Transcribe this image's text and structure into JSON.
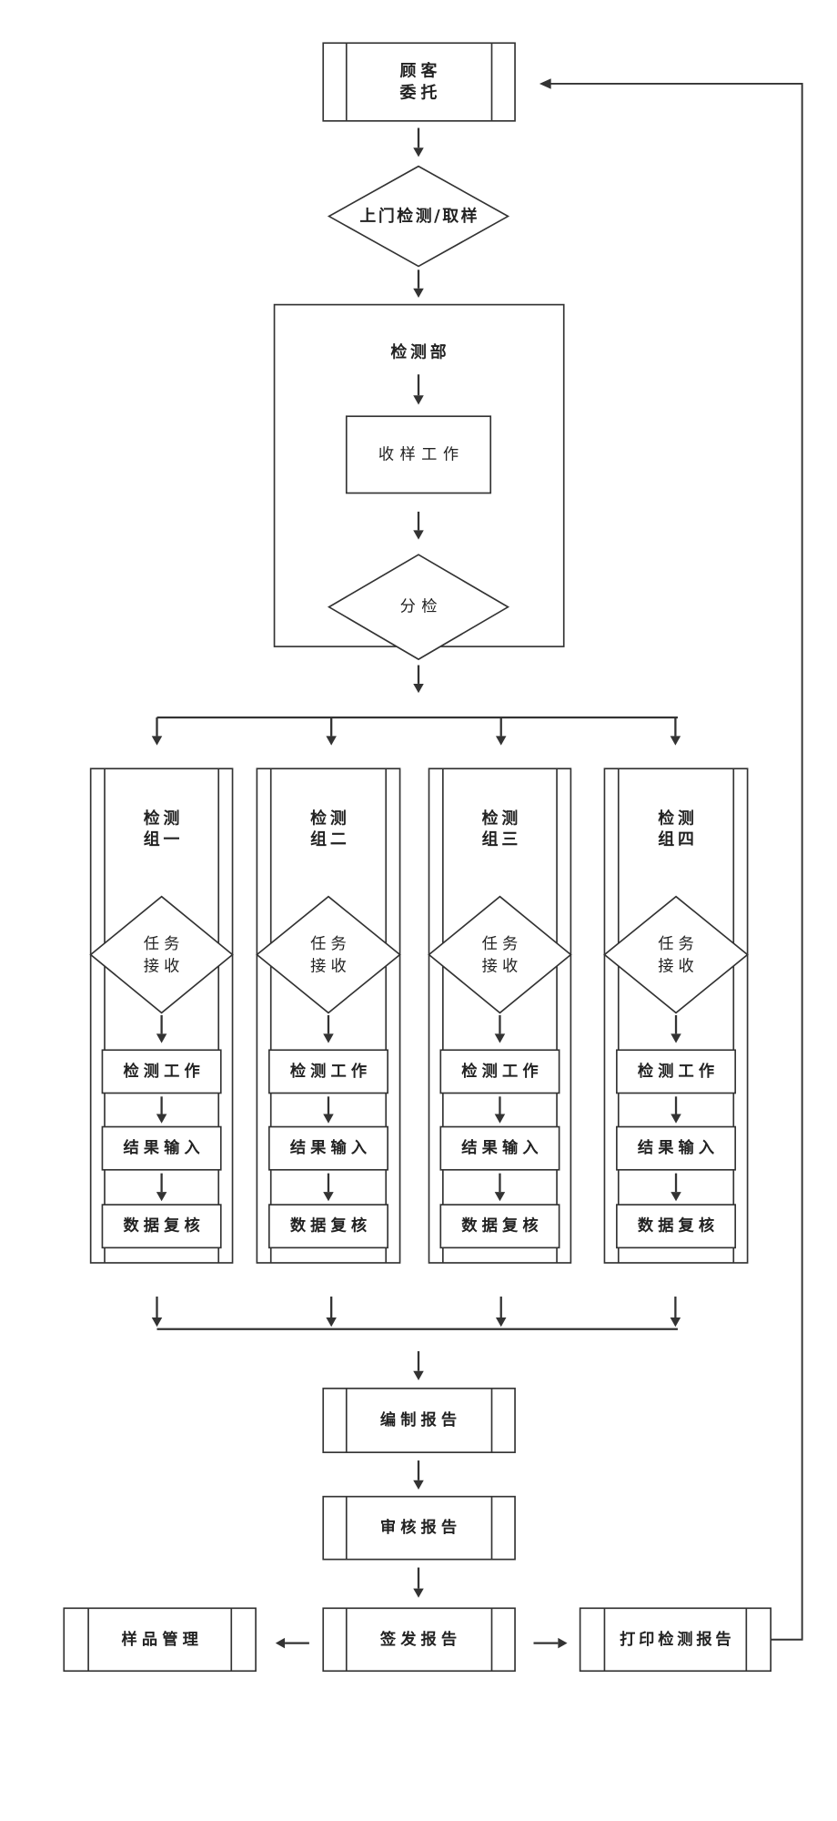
{
  "diagram": {
    "start": {
      "lines": [
        "顾客",
        "委托"
      ]
    },
    "onsite": {
      "label": "上门检测/取样"
    },
    "department": {
      "title": "检测部",
      "receive": "收样工作",
      "sort": "分检"
    },
    "groups": [
      {
        "title": [
          "检测",
          "组一"
        ],
        "decision": [
          "任务",
          "接收"
        ],
        "steps": [
          "检测工作",
          "结果输入",
          "数据复核"
        ]
      },
      {
        "title": [
          "检测",
          "组二"
        ],
        "decision": [
          "任务",
          "接收"
        ],
        "steps": [
          "检测工作",
          "结果输入",
          "数据复核"
        ]
      },
      {
        "title": [
          "检测",
          "组三"
        ],
        "decision": [
          "任务",
          "接收"
        ],
        "steps": [
          "检测工作",
          "结果输入",
          "数据复核"
        ]
      },
      {
        "title": [
          "检测",
          "组四"
        ],
        "decision": [
          "任务",
          "接收"
        ],
        "steps": [
          "检测工作",
          "结果输入",
          "数据复核"
        ]
      }
    ],
    "compile": "编制报告",
    "review": "审核报告",
    "issue": "签发报告",
    "sample_management": "样品管理",
    "print": "打印检测报告"
  },
  "colors": {
    "stroke": "#333333",
    "text": "#222222",
    "background": "#ffffff"
  }
}
